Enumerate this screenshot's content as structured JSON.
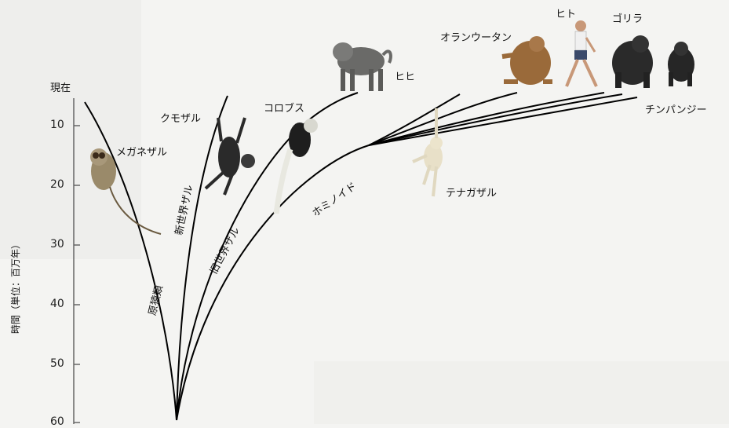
{
  "axis": {
    "title": "時間（単位：百万年）",
    "top_label": "現在",
    "ticks": [
      "10",
      "20",
      "30",
      "40",
      "50",
      "60"
    ]
  },
  "branches": {
    "primates": "原猿類",
    "new_world": "新世界ザル",
    "old_world": "旧世界ザル",
    "hominoid": "ホミノイド"
  },
  "species": {
    "tarsier": "メガネザル",
    "spider_monkey": "クモザル",
    "colobus": "コロブス",
    "baboon": "ヒヒ",
    "gibbon": "テナガザル",
    "orangutan": "オランウータン",
    "human": "ヒト",
    "gorilla": "ゴリラ",
    "chimpanzee": "チンパンジー"
  },
  "colors": {
    "line": "#000000",
    "background": "#f4f4f2",
    "fur_brown": "#9a6a3a",
    "fur_dark": "#2a2a2a",
    "fur_gray": "#6a6a6a",
    "fur_cream": "#e8e0c8"
  }
}
